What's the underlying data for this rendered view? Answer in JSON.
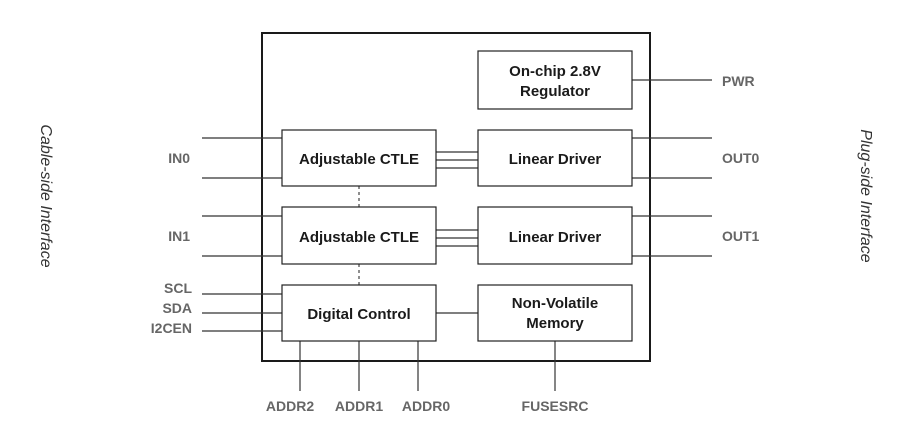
{
  "blocks": {
    "regulator": [
      "On-chip 2.8V",
      "Regulator"
    ],
    "ctle0": "Adjustable CTLE",
    "driver0": "Linear Driver",
    "ctle1": "Adjustable CTLE",
    "driver1": "Linear Driver",
    "digital": "Digital Control",
    "memory": [
      "Non-Volatile",
      "Memory"
    ]
  },
  "pins": {
    "in0": "IN0",
    "in1": "IN1",
    "scl": "SCL",
    "sda": "SDA",
    "i2cen": "I2CEN",
    "pwr": "PWR",
    "out0": "OUT0",
    "out1": "OUT1",
    "addr2": "ADDR2",
    "addr1": "ADDR1",
    "addr0": "ADDR0",
    "fusesrc": "FUSESRC"
  },
  "sides": {
    "left": "Cable-side Interface",
    "right": "Plug-side Interface"
  }
}
